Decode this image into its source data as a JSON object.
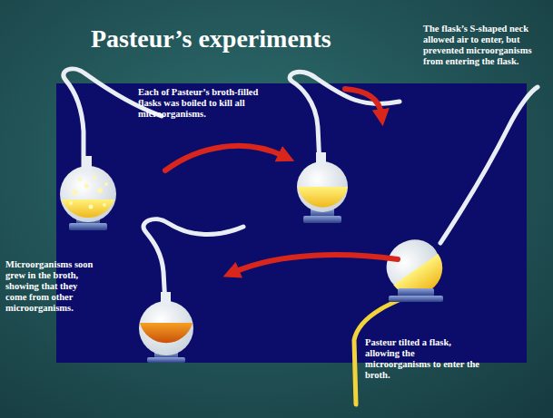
{
  "diagram": {
    "title": "Pasteur’s experiments",
    "labels": [
      "Each of Pasteur’s broth-filled flasks was boiled to kill all microorganisms.",
      "The flask’s S-shaped neck allowed air to enter, but prevented microorganisms from entering the flask.",
      "Pasteur tilted a flask, allowing the microorganisms to enter the broth.",
      "Microorganisms soon grew in the broth, showing that they come from other microorganisms."
    ]
  }
}
